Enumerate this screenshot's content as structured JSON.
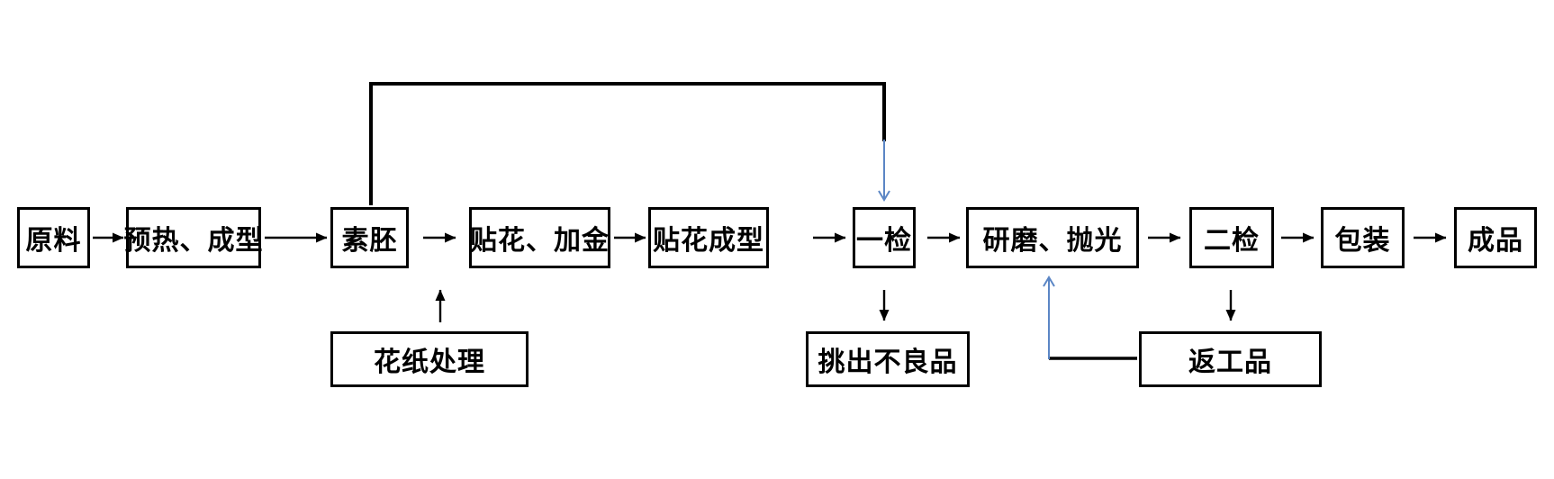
{
  "diagram": {
    "title": "ceramic-production-process-flowchart",
    "flow": [
      {
        "id": "raw-material",
        "label": "原料"
      },
      {
        "id": "preheat-forming",
        "label": "预热、成型"
      },
      {
        "id": "bisque-blank",
        "label": "素胚"
      },
      {
        "id": "decal-gilding",
        "label": "贴花、加金"
      },
      {
        "id": "decal-forming",
        "label": "贴花成型"
      },
      {
        "id": "first-inspection",
        "label": "一检"
      },
      {
        "id": "grinding-polishing",
        "label": "研磨、抛光"
      },
      {
        "id": "second-inspection",
        "label": "二检"
      },
      {
        "id": "packaging",
        "label": "包装"
      },
      {
        "id": "finished-product",
        "label": "成品"
      }
    ],
    "aux": [
      {
        "id": "decal-paper-processing",
        "label": "花纸处理",
        "connects_to": "between 素胚 and 贴花、加金"
      },
      {
        "id": "defective-picked-out",
        "label": "挑出不良品",
        "connects_from": "一检"
      },
      {
        "id": "rework-items",
        "label": "返工品",
        "connects_from": "二检",
        "connects_to": "研磨、抛光"
      }
    ],
    "colors": {
      "line_black": "#000000",
      "arrow_blue": "#5B86C5",
      "background": "#ffffff"
    }
  }
}
